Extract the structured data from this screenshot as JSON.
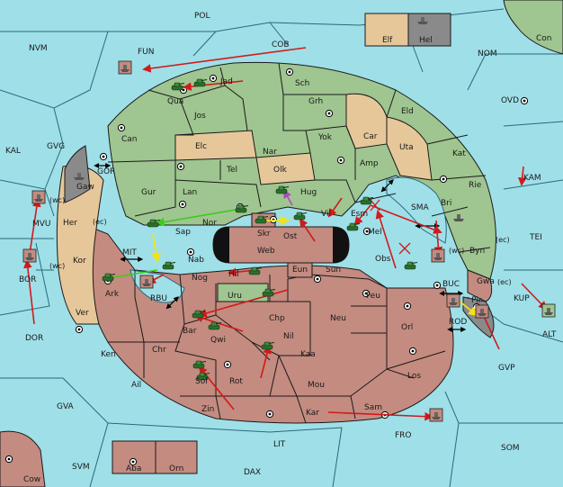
{
  "map": {
    "regions": [
      {
        "id": "POL",
        "label": "POL"
      },
      {
        "id": "NVM",
        "label": "NVM"
      },
      {
        "id": "FUN",
        "label": "FUN"
      },
      {
        "id": "COB",
        "label": "COB"
      },
      {
        "id": "NOM",
        "label": "NOM"
      },
      {
        "id": "Con",
        "label": "Con"
      },
      {
        "id": "Elf",
        "label": "Elf"
      },
      {
        "id": "Hel",
        "label": "Hel"
      },
      {
        "id": "OVD",
        "label": "OVD"
      },
      {
        "id": "KAL",
        "label": "KAL"
      },
      {
        "id": "GVG",
        "label": "GVG"
      },
      {
        "id": "GOR",
        "label": "GOR"
      },
      {
        "id": "Gaw",
        "label": "Gaw"
      },
      {
        "id": "MVU",
        "label": "MVU"
      },
      {
        "id": "wc1",
        "label": "(wc)"
      },
      {
        "id": "Her",
        "label": "Her"
      },
      {
        "id": "ec1",
        "label": "(ec)"
      },
      {
        "id": "Kor",
        "label": "Kor"
      },
      {
        "id": "wc2",
        "label": "(wc)"
      },
      {
        "id": "BOR",
        "label": "BOR"
      },
      {
        "id": "MIT",
        "label": "MIT"
      },
      {
        "id": "Ver",
        "label": "Ver"
      },
      {
        "id": "DOR",
        "label": "DOR"
      },
      {
        "id": "Jad",
        "label": "Jad"
      },
      {
        "id": "Qua",
        "label": "Qua"
      },
      {
        "id": "Sch",
        "label": "Sch"
      },
      {
        "id": "Jos",
        "label": "Jos"
      },
      {
        "id": "Grh",
        "label": "Grh"
      },
      {
        "id": "Eld",
        "label": "Eld"
      },
      {
        "id": "Can",
        "label": "Can"
      },
      {
        "id": "Yok",
        "label": "Yok"
      },
      {
        "id": "Car",
        "label": "Car"
      },
      {
        "id": "Uta",
        "label": "Uta"
      },
      {
        "id": "Elc",
        "label": "Elc"
      },
      {
        "id": "Nar",
        "label": "Nar"
      },
      {
        "id": "KAM",
        "label": "KAM"
      },
      {
        "id": "Kat",
        "label": "Kat"
      },
      {
        "id": "Amp",
        "label": "Amp"
      },
      {
        "id": "Tel",
        "label": "Tel"
      },
      {
        "id": "Olk",
        "label": "Olk"
      },
      {
        "id": "Gur",
        "label": "Gur"
      },
      {
        "id": "Lan",
        "label": "Lan"
      },
      {
        "id": "Hug",
        "label": "Hug"
      },
      {
        "id": "Rie",
        "label": "Rie"
      },
      {
        "id": "Bri",
        "label": "Bri"
      },
      {
        "id": "SMA",
        "label": "SMA"
      },
      {
        "id": "Esm",
        "label": "Esm"
      },
      {
        "id": "Vil",
        "label": "Vil"
      },
      {
        "id": "Skr",
        "label": "Skr"
      },
      {
        "id": "Nor",
        "label": "Nor"
      },
      {
        "id": "Sap",
        "label": "Sap"
      },
      {
        "id": "Ost",
        "label": "Ost"
      },
      {
        "id": "Mel",
        "label": "Mel"
      },
      {
        "id": "ec2",
        "label": "(ec)"
      },
      {
        "id": "TEI",
        "label": "TEI"
      },
      {
        "id": "Byn",
        "label": "Byn"
      },
      {
        "id": "Web",
        "label": "Web"
      },
      {
        "id": "wc3",
        "label": "(wc)"
      },
      {
        "id": "Nab",
        "label": "Nab"
      },
      {
        "id": "Obs",
        "label": "Obs"
      },
      {
        "id": "Eun",
        "label": "Eun"
      },
      {
        "id": "Sun",
        "label": "Sun"
      },
      {
        "id": "Gwa",
        "label": "Gwa"
      },
      {
        "id": "Hil",
        "label": "Hil"
      },
      {
        "id": "Nog",
        "label": "Nog"
      },
      {
        "id": "Ark",
        "label": "Ark"
      },
      {
        "id": "RBU",
        "label": "RBU"
      },
      {
        "id": "BUC",
        "label": "BUC"
      },
      {
        "id": "ec3",
        "label": "(ec)"
      },
      {
        "id": "KUP",
        "label": "KUP"
      },
      {
        "id": "Uru",
        "label": "Uru"
      },
      {
        "id": "Feu",
        "label": "Feu"
      },
      {
        "id": "Pir",
        "label": "Pir"
      },
      {
        "id": "Chp",
        "label": "Chp"
      },
      {
        "id": "Neu",
        "label": "Neu"
      },
      {
        "id": "Orl",
        "label": "Orl"
      },
      {
        "id": "ROD",
        "label": "ROD"
      },
      {
        "id": "ALT",
        "label": "ALT"
      },
      {
        "id": "Bar",
        "label": "Bar"
      },
      {
        "id": "Qwi",
        "label": "Qwi"
      },
      {
        "id": "Nil",
        "label": "Nil"
      },
      {
        "id": "Chr",
        "label": "Chr"
      },
      {
        "id": "Ken",
        "label": "Ken"
      },
      {
        "id": "Kaa",
        "label": "Kaa"
      },
      {
        "id": "GVP",
        "label": "GVP"
      },
      {
        "id": "Los",
        "label": "Los"
      },
      {
        "id": "Ail",
        "label": "Ail"
      },
      {
        "id": "Sol",
        "label": "Sol"
      },
      {
        "id": "Rot",
        "label": "Rot"
      },
      {
        "id": "Mou",
        "label": "Mou"
      },
      {
        "id": "GVA",
        "label": "GVA"
      },
      {
        "id": "Sam",
        "label": "Sam"
      },
      {
        "id": "Zin",
        "label": "Zin"
      },
      {
        "id": "Kar",
        "label": "Kar"
      },
      {
        "id": "FRO",
        "label": "FRO"
      },
      {
        "id": "LIT",
        "label": "LIT"
      },
      {
        "id": "SOM",
        "label": "SOM"
      },
      {
        "id": "Aba",
        "label": "Aba"
      },
      {
        "id": "Orn",
        "label": "Orn"
      },
      {
        "id": "SVM",
        "label": "SVM"
      },
      {
        "id": "DAX",
        "label": "DAX"
      },
      {
        "id": "Cow",
        "label": "Cow"
      }
    ]
  },
  "colors": {
    "sea": "#9fdfe8",
    "green_power": "#9fc590",
    "red_power": "#c48b80",
    "tan_neutral": "#e6c79a",
    "grey_power": "#8a8a8a",
    "order_move": "#d11a1a",
    "order_support": "#3bcc1a",
    "order_convoy": "#f2e21a",
    "order_other": "#b04ac0"
  },
  "icons": {
    "army": "tank-icon",
    "fleet": "ship-icon",
    "supply_center": "supply-center-icon",
    "canal": "double-arrow-icon"
  }
}
